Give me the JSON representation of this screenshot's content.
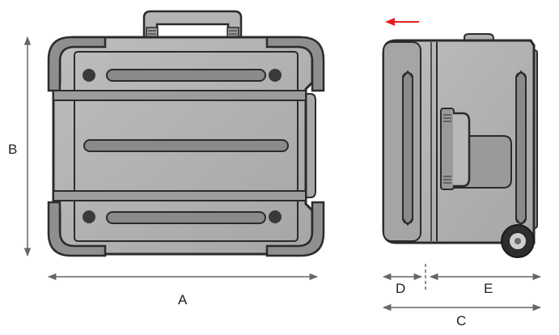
{
  "labels": {
    "height": "B",
    "width": "A",
    "depth_front": "D",
    "depth_rear": "E",
    "depth_total": "C"
  },
  "colors": {
    "body": "#b0b0b0",
    "body_dark": "#8a8a8a",
    "outline": "#2b2b2b",
    "dimension_line": "#666666",
    "direction_arrow": "#e02020",
    "label": "#222222"
  },
  "icons": {
    "direction": "arrow-left-icon",
    "wheel": "wheel-icon"
  }
}
